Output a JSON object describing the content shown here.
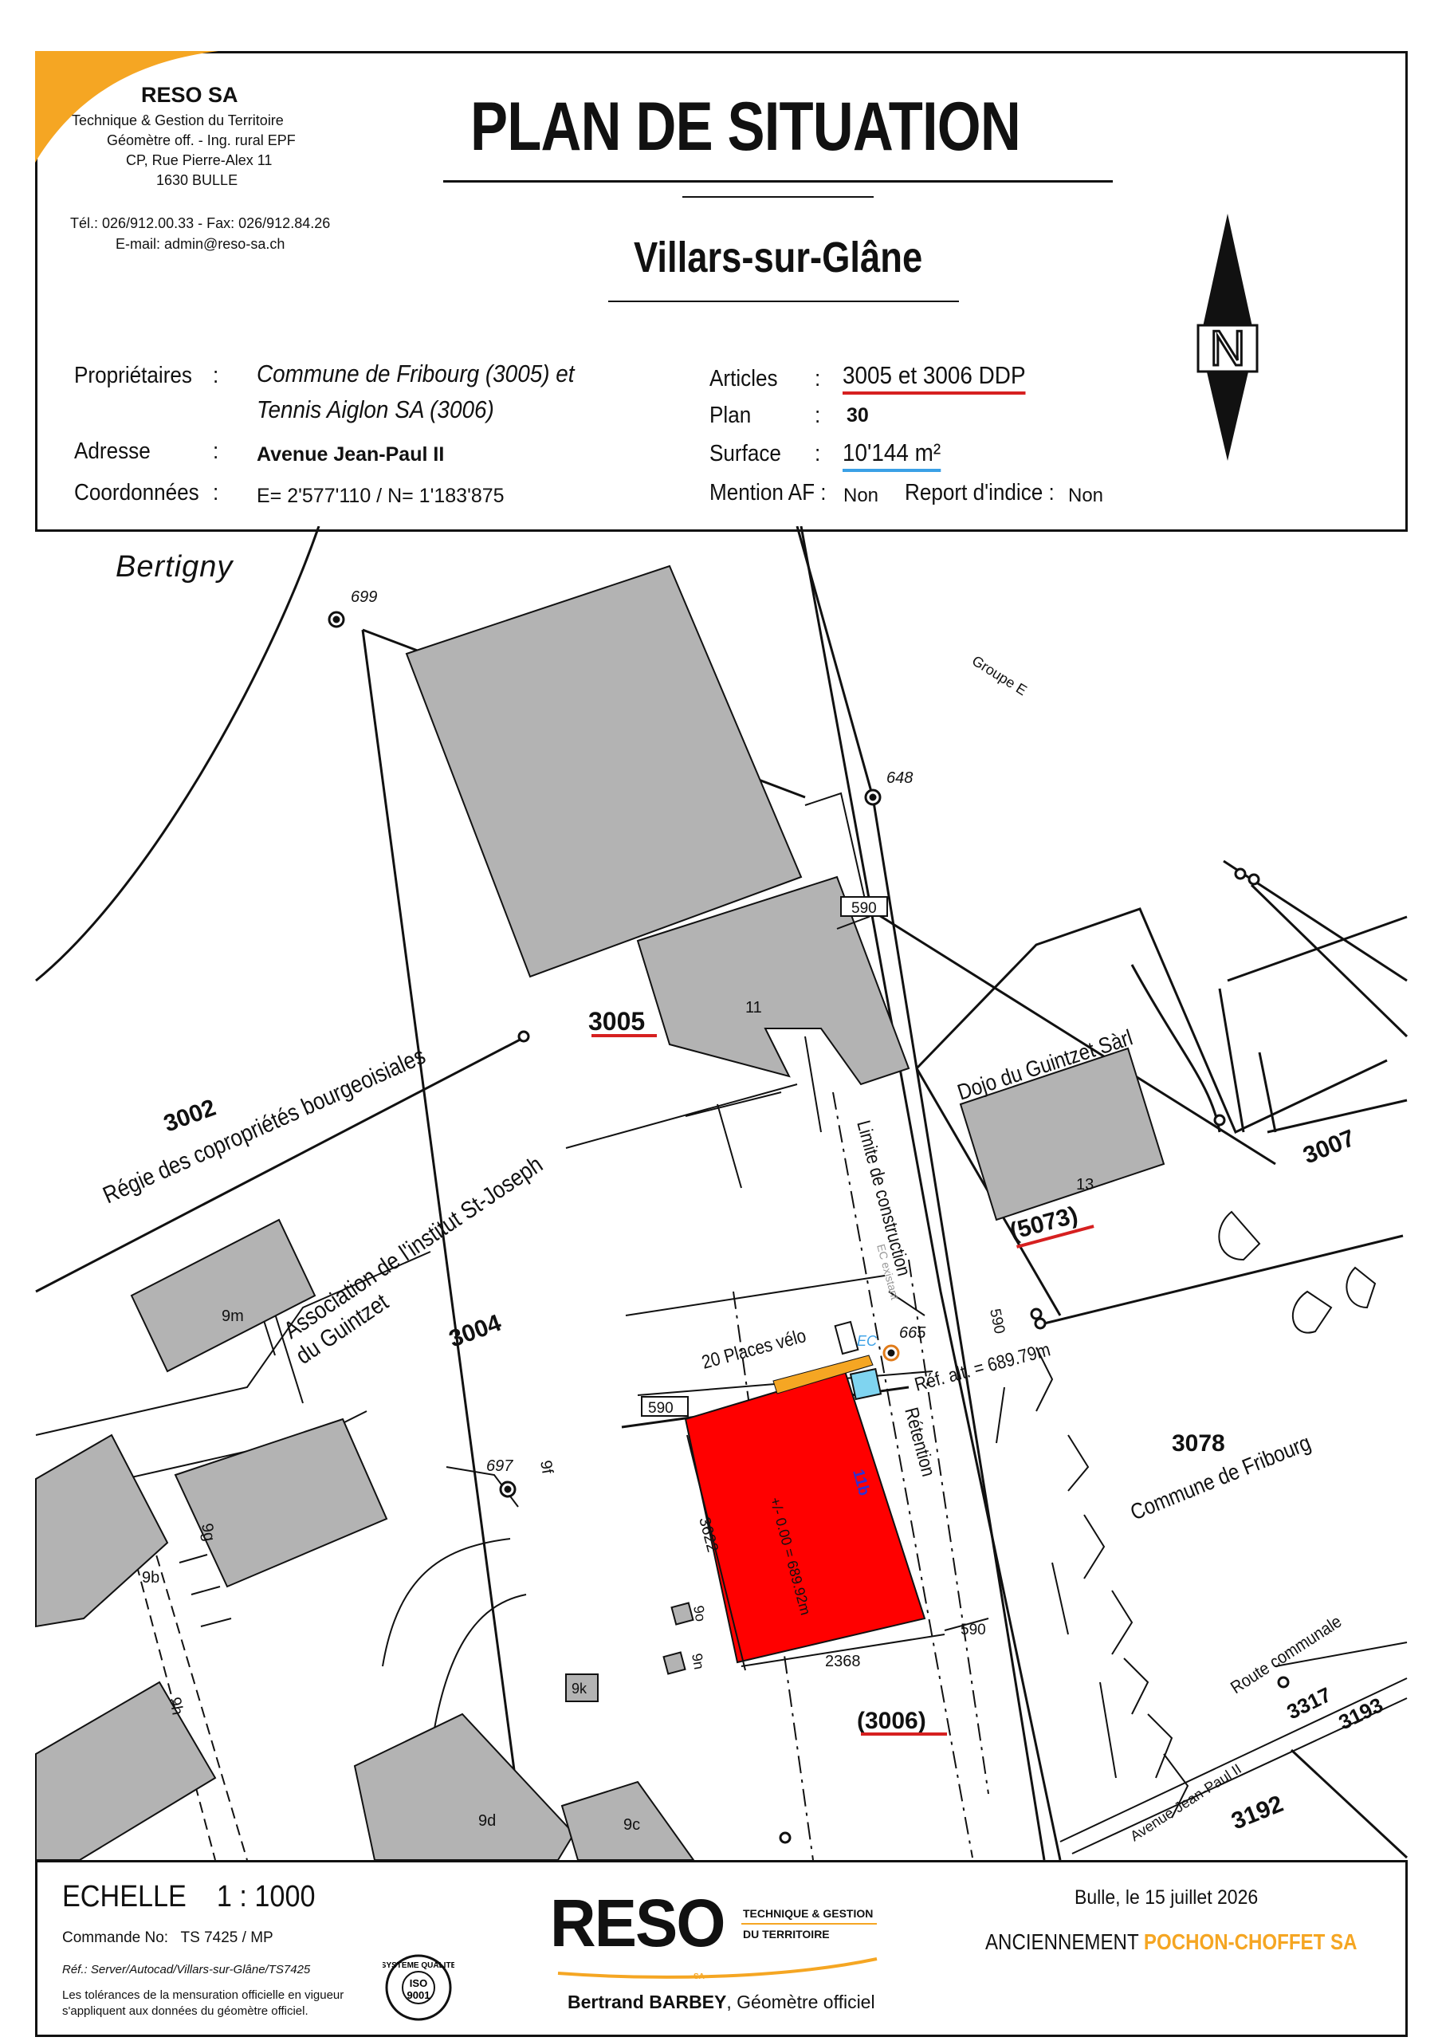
{
  "company": {
    "name": "RESO SA",
    "line1": "Technique & Gestion du Territoire",
    "line2": "Géomètre off. - Ing. rural EPF",
    "line3": "CP, Rue Pierre-Alex 11",
    "line4": "1630  BULLE",
    "phone": "Tél.: 026/912.00.33 - Fax: 026/912.84.26",
    "email": "E-mail: admin@reso-sa.ch"
  },
  "title": "PLAN DE SITUATION",
  "commune": "Villars-sur-Glâne",
  "info": {
    "owners_label": "Propriétaires",
    "owners_line1": "Commune de Fribourg (3005) et",
    "owners_line2": "Tennis Aiglon SA (3006)",
    "address_label": "Adresse",
    "address_value": "Avenue Jean-Paul II",
    "coords_label": "Coordonnées",
    "coords_value": "E= 2'577'110 /  N= 1'183'875",
    "articles_label": "Articles",
    "articles_value": "3005 et 3006 DDP",
    "plan_label": "Plan",
    "plan_value": "30",
    "surface_label": "Surface",
    "surface_value": "10'144 m²",
    "mention_label": "Mention AF :",
    "mention_value": "Non",
    "report_label": "Report d'indice :",
    "report_value": "Non",
    "colon": ":"
  },
  "north_letter": "N",
  "map": {
    "locality": "Bertigny",
    "pt_699": "699",
    "pt_648": "648",
    "pt_665": "665",
    "pt_697": "697",
    "groupe_e": "Groupe E",
    "parcel_3005": "3005",
    "bld_11": "11",
    "dim_590": "590",
    "parcel_3002": "3002",
    "owner_3002": "Régie des copropriétés bourgeoisiales",
    "limite": "Limite de construction",
    "ec_existant": "EC existant",
    "dojo": "Dojo du Guintzet Sàrl",
    "bld_13": "13",
    "parcel_5073": "(5073)",
    "parcel_3007": "3007",
    "assoc_line1": "Association de l'institut St-Joseph",
    "assoc_line2": "du Guintzet",
    "parcel_3004": "3004",
    "bld_9m": "9m",
    "places_velo": "20 Places vélo",
    "ec": "EC",
    "ref_alt": "Réf. alt. = 689.79m",
    "retention": "Rétention",
    "parcel_3078": "3078",
    "commune_fribourg": "Commune de Fribourg",
    "bld_11b": "11b",
    "level": "+/- 0.00 = 689.92m",
    "dim_3622": "3622",
    "dim_2368": "2368",
    "parcel_3006": "(3006)",
    "bld_9f": "9f",
    "bld_9g": "9g",
    "bld_9b": "9b",
    "bld_9h": "9h",
    "bld_9o": "9o",
    "bld_9n": "9n",
    "bld_9k": "9k",
    "bld_9d": "9d",
    "bld_9c": "9c",
    "route_communale": "Route communale",
    "avenue": "Avenue Jean-Paul II",
    "parcel_3317": "3317",
    "parcel_3193": "3193",
    "parcel_3192": "3192"
  },
  "footer": {
    "scale": "ECHELLE    1 : 1000",
    "order": "Commande No:   TS 7425 / MP",
    "ref": "Réf.: Server/Autocad/Villars-sur-Glâne/TS7425",
    "tol1": "Les tolérances de la mensuration officielle en vigueur",
    "tol2": "s'appliquent aux données du géomètre officiel.",
    "iso_top": "SYSTEME QUALITE",
    "iso": "ISO",
    "iso_num": "9001",
    "logo": "RESO",
    "logo_sub1": "TECHNIQUE & GESTION",
    "logo_sub2": "DU TERRITOIRE",
    "logo_sa": "SA",
    "geometre_name": "Bertrand BARBEY",
    "geometre_title": ", Géomètre officiel",
    "date": "Bulle, le 15 juillet 2026",
    "formerly_prefix": "ANCIENNEMENT ",
    "formerly_name": "POCHON-CHOFFET SA"
  },
  "colors": {
    "accent_orange": "#f5a623",
    "building_grey": "#b3b3b3",
    "project_red": "#ff0000",
    "retention_blue": "#7fd4f0",
    "underline_red": "#d62020",
    "underline_blue": "#3aa0e6"
  }
}
